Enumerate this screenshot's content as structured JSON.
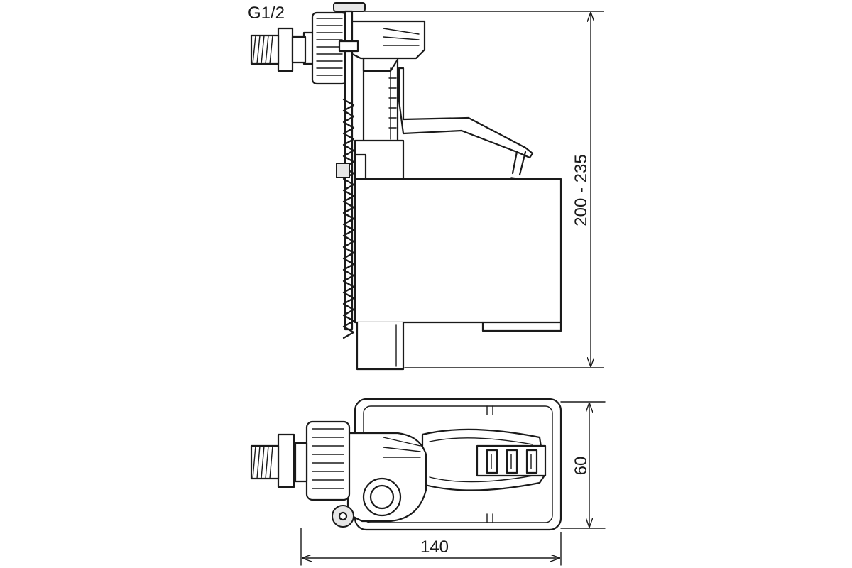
{
  "labels": {
    "thread": "G1/2",
    "height_range": "200 - 235",
    "depth": "60",
    "length": "140"
  }
}
